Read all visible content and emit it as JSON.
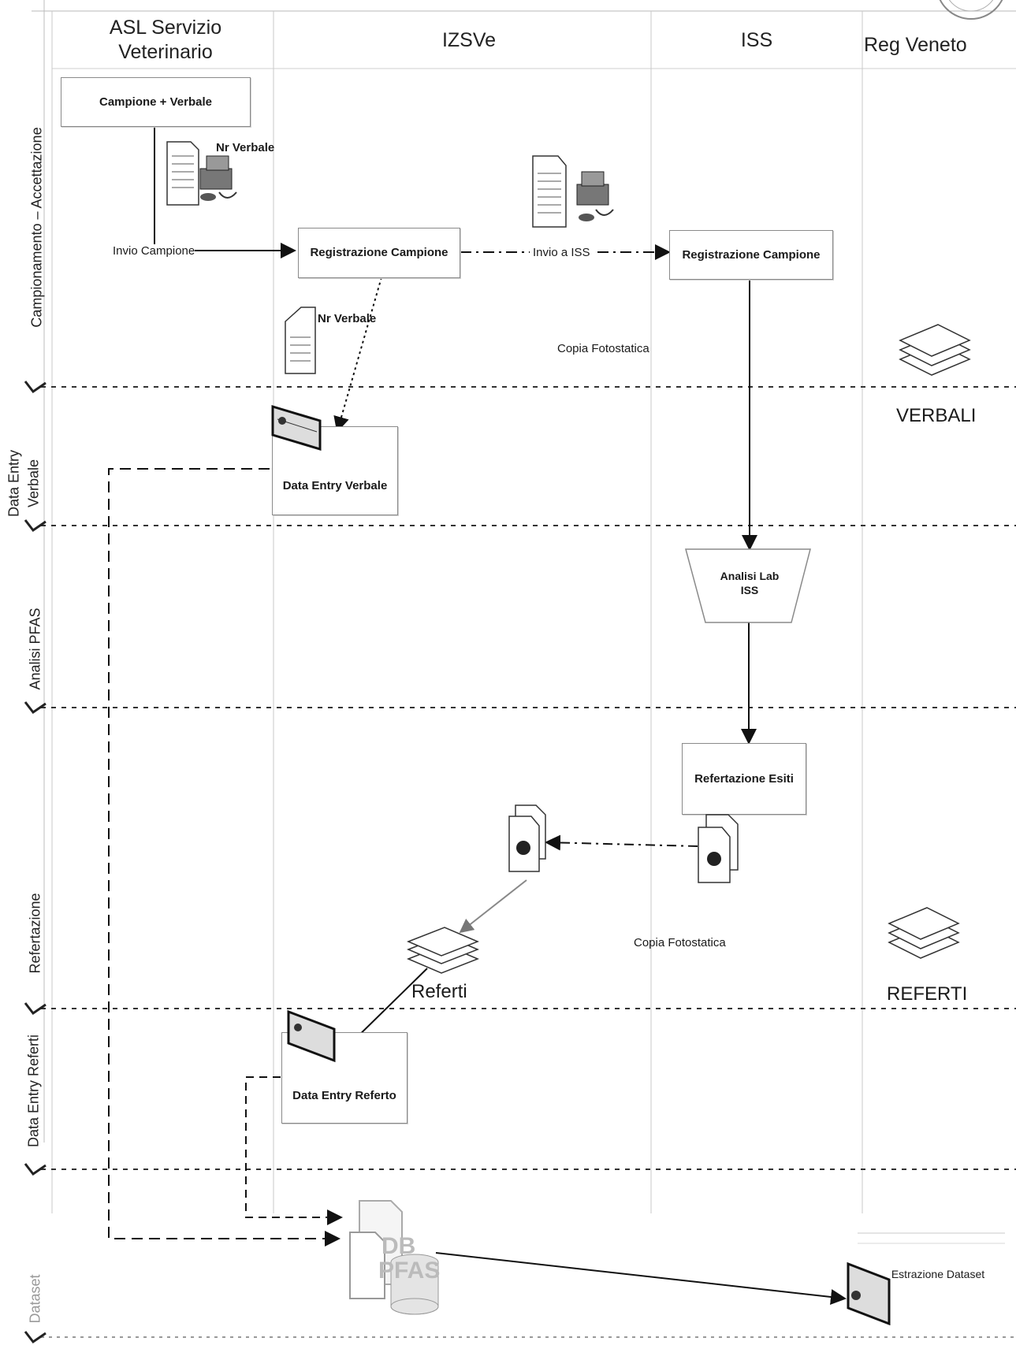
{
  "lanes": [
    {
      "id": "asl",
      "title": "ASL Servizio Veterinario"
    },
    {
      "id": "izsve",
      "title": "IZSVe"
    },
    {
      "id": "iss",
      "title": "ISS"
    },
    {
      "id": "regveneto",
      "title": "Reg Veneto"
    }
  ],
  "phases": {
    "p1": "Campionamento – Accettazione",
    "p2a": "Data Entry",
    "p2b": "Verbale",
    "p3": "Analisi PFAS",
    "p4": "Refertazione",
    "p5": "Data Entry Referti",
    "p6": "Dataset"
  },
  "nodes": {
    "campione_verbale": "Campione + Verbale",
    "reg_izsve": "Registrazione Campione",
    "reg_iss": "Registrazione Campione",
    "de_verbale": "Data Entry Verbale",
    "analisi_iss": "Analisi Lab ISS",
    "refertazione": "Refertazione Esiti",
    "de_referto": "Data Entry Referto",
    "estrazione": "Estrazione Dataset",
    "db_top": "DB",
    "db_bottom": "PFAS"
  },
  "labels": {
    "nr_verbale_1": "Nr Verbale",
    "nr_verbale_2": "Nr Verbale",
    "invio_campione": "Invio  Campione",
    "invio_iss": "Invio a ISS",
    "copia1": "Copia Fotostatica",
    "copia2": "Copia Fotostatica",
    "verbali": "VERBALI",
    "referti_store": "REFERTI",
    "referti_izsve": "Referti"
  },
  "icons": [
    "document-icon",
    "computer-icon",
    "documents-stack-icon",
    "scanned-doc-icon",
    "report-icon",
    "database-icon",
    "stamp-icon"
  ]
}
